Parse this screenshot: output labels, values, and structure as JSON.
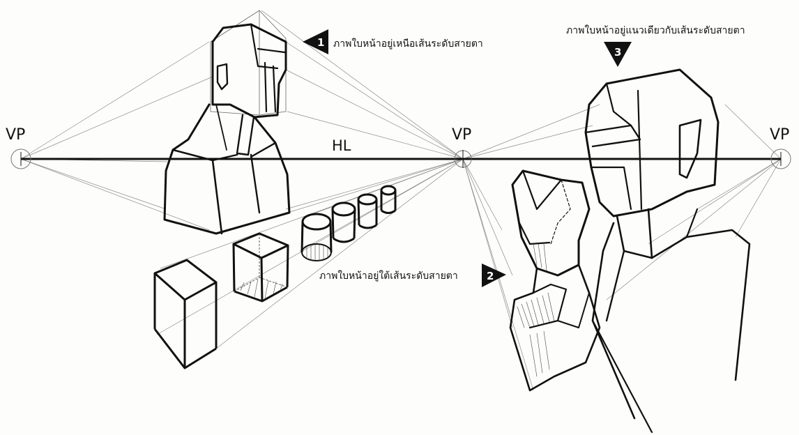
{
  "vanishing_points": {
    "left_label": "VP",
    "center_label": "VP",
    "right_label": "VP"
  },
  "horizon_label": "HL",
  "annotations": [
    {
      "number": "1",
      "text": "ภาพใบหน้าอยู่เหนือเส้นระดับสายตา"
    },
    {
      "number": "2",
      "text": "ภาพใบหน้าอยู่ใต้เส้นระดับสายตา"
    },
    {
      "number": "3",
      "text": "ภาพใบหน้าอยู่แนวเดียวกับเส้นระดับสายตา"
    }
  ],
  "colors": {
    "ink": "#111111",
    "guide": "#8a8a8a",
    "badge": "#111111"
  }
}
